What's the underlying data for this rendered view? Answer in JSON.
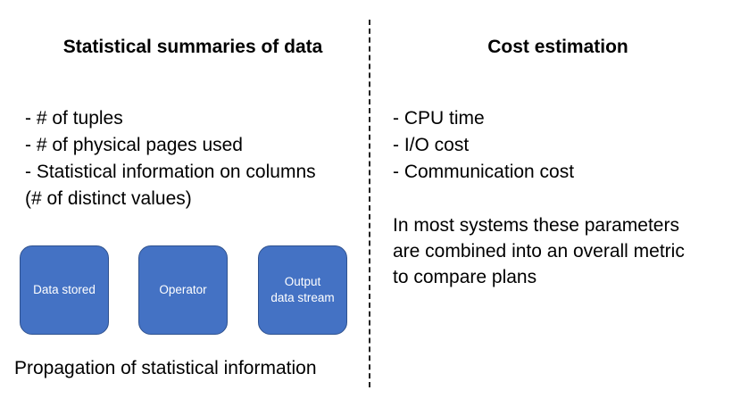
{
  "left": {
    "heading": "Statistical summaries of data",
    "bullets": [
      "- # of tuples",
      "- # of physical pages used",
      "- Statistical information on columns"
    ],
    "note": "(# of distinct values)",
    "boxes": [
      {
        "label": "Data stored"
      },
      {
        "label": "Operator"
      },
      {
        "label_line1": "Output",
        "label_line2": "data stream"
      }
    ],
    "caption": "Propagation of statistical information"
  },
  "right": {
    "heading": "Cost estimation",
    "bullets": [
      "- CPU time",
      "- I/O cost",
      "- Communication cost"
    ],
    "paragraph_lines": [
      "In most systems these parameters",
      "are combined into an overall metric",
      "to compare plans"
    ]
  },
  "colors": {
    "box_fill": "#4472c4",
    "box_border": "#2f528f",
    "box_text": "#ffffff",
    "divider": "#222222"
  }
}
